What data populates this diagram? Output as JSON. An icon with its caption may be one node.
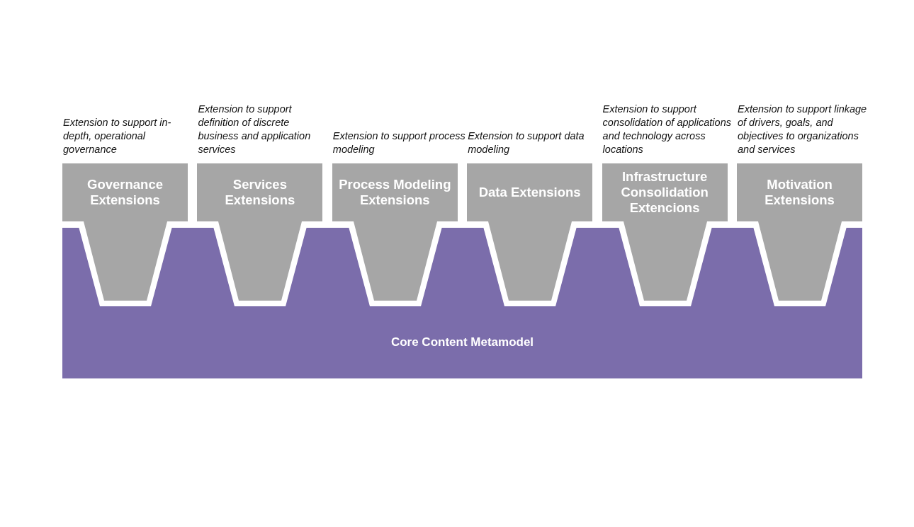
{
  "diagram": {
    "nodes": [
      {
        "text": [
          "Governance Extensions"
        ],
        "beside": [
          "Extension to support in-depth, operational governance"
        ]
      },
      {
        "text": [
          "Services Extensions"
        ],
        "beside": [
          "Extension to support definition of discrete business and application services"
        ]
      },
      {
        "text": [
          "Process Modeling Extensions"
        ],
        "beside": [
          "Extension to support process modeling"
        ]
      },
      {
        "text": [
          "Data Extensions"
        ],
        "beside": [
          "Extension to support data modeling"
        ]
      },
      {
        "text": [
          "Infrastructure Consolidation Extencions"
        ],
        "beside": [
          "Extension to support consolidation of applications and technology across locations"
        ]
      },
      {
        "text": [
          "Motivation Extensions"
        ],
        "beside": [
          "Extension to support linkage of drivers, goals, and objectives to organizations and services"
        ]
      },
      {
        "text": [
          "Core Content Metamodel"
        ]
      }
    ]
  }
}
